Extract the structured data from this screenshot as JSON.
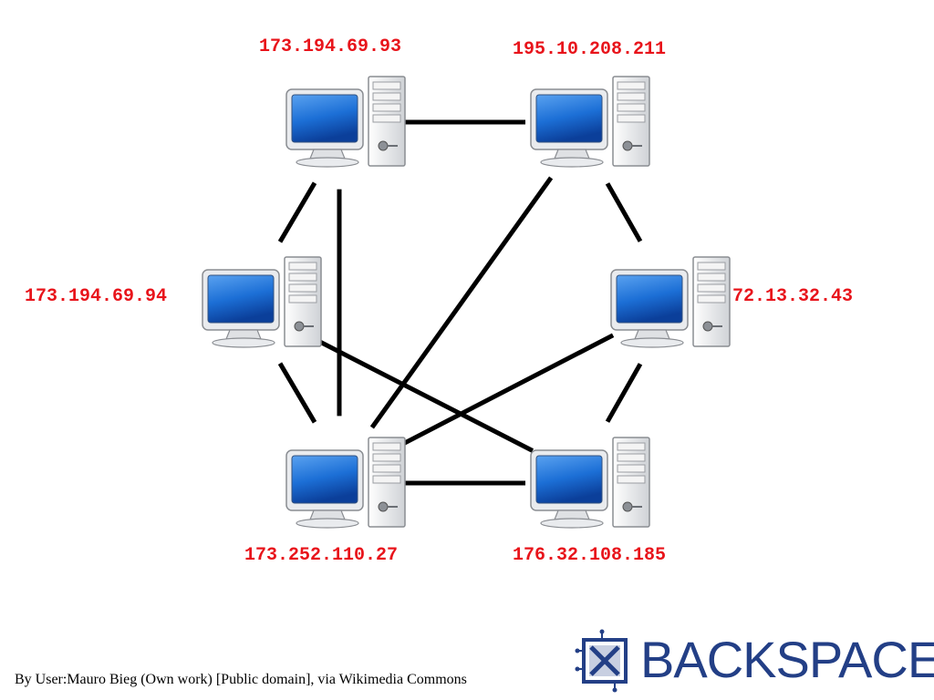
{
  "nodes": [
    {
      "id": "n1",
      "ip": "173.194.69.93"
    },
    {
      "id": "n2",
      "ip": "195.10.208.211"
    },
    {
      "id": "n3",
      "ip": "173.194.69.94"
    },
    {
      "id": "n4",
      "ip": "72.13.32.43"
    },
    {
      "id": "n5",
      "ip": "173.252.110.27"
    },
    {
      "id": "n6",
      "ip": "176.32.108.185"
    }
  ],
  "links": [
    [
      "n1",
      "n2"
    ],
    [
      "n1",
      "n3"
    ],
    [
      "n1",
      "n5"
    ],
    [
      "n2",
      "n4"
    ],
    [
      "n2",
      "n5"
    ],
    [
      "n3",
      "n5"
    ],
    [
      "n3",
      "n6"
    ],
    [
      "n4",
      "n5"
    ],
    [
      "n4",
      "n6"
    ],
    [
      "n5",
      "n6"
    ]
  ],
  "icons": {
    "node": "desktop-computer-icon",
    "logo": "backspace-logo-icon"
  },
  "colors": {
    "ip_label": "#e8141b",
    "link": "#000000",
    "logo": "#233f86",
    "screen": "#1c6fd6"
  },
  "credit": "By User:Mauro Bieg (Own work) [Public domain], via Wikimedia Commons",
  "logo_text": "BACKSPACE"
}
